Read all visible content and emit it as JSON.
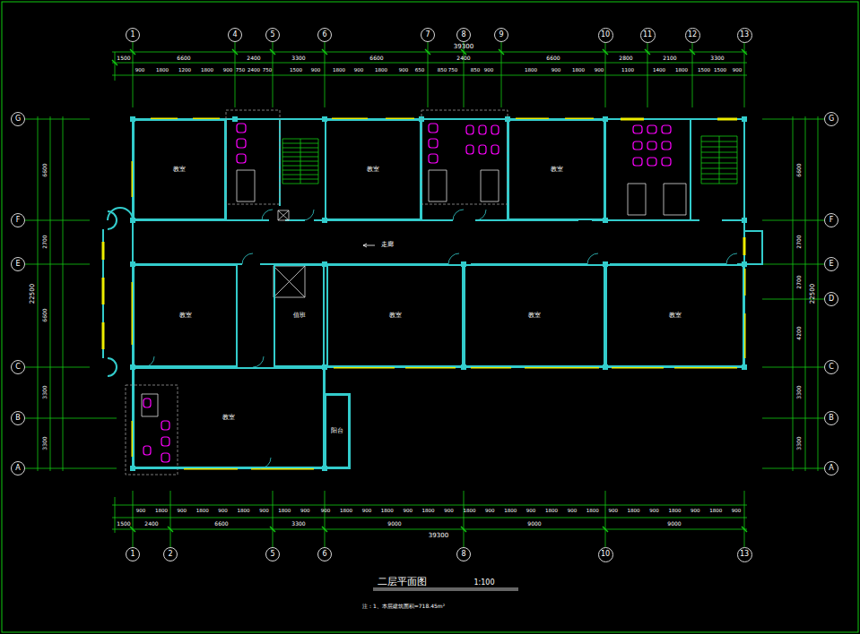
{
  "diagram": {
    "title": "二层平面图",
    "caption": "注：1、本层建筑面积=718.45m²",
    "nodes": [
      {
        "text": [
          "1"
        ]
      },
      {
        "text": [
          "4"
        ]
      },
      {
        "text": [
          "5"
        ]
      },
      {
        "text": [
          "6"
        ]
      },
      {
        "text": [
          "7"
        ]
      },
      {
        "text": [
          "8"
        ]
      },
      {
        "text": [
          "9"
        ]
      },
      {
        "text": [
          "10"
        ]
      },
      {
        "text": [
          "11"
        ]
      },
      {
        "text": [
          "12"
        ]
      },
      {
        "text": [
          "13"
        ]
      },
      {
        "text": [
          "G"
        ]
      },
      {
        "text": [
          "F"
        ]
      },
      {
        "text": [
          "E"
        ]
      },
      {
        "text": [
          "C"
        ]
      },
      {
        "text": [
          "B"
        ]
      },
      {
        "text": [
          "A"
        ]
      },
      {
        "text": [
          "G"
        ]
      },
      {
        "text": [
          "F"
        ]
      },
      {
        "text": [
          "E"
        ]
      },
      {
        "text": [
          "D"
        ]
      },
      {
        "text": [
          "C"
        ]
      },
      {
        "text": [
          "B"
        ]
      },
      {
        "text": [
          "A"
        ]
      },
      {
        "text": [
          "教室"
        ]
      },
      {
        "text": [
          "教室"
        ]
      },
      {
        "text": [
          "教室"
        ]
      },
      {
        "text": [
          "教室"
        ]
      },
      {
        "text": [
          "值班"
        ]
      },
      {
        "text": [
          "教室"
        ]
      },
      {
        "text": [
          "教室"
        ]
      },
      {
        "text": [
          "教室"
        ]
      },
      {
        "text": [
          "教室"
        ]
      },
      {
        "text": [
          "阳台"
        ]
      },
      {
        "text": [
          "1"
        ]
      },
      {
        "text": [
          "2"
        ]
      },
      {
        "text": [
          "5"
        ]
      },
      {
        "text": [
          "6"
        ]
      },
      {
        "text": [
          "8"
        ]
      },
      {
        "text": [
          "10"
        ]
      },
      {
        "text": [
          "13"
        ]
      }
    ],
    "labels": [
      "1:100",
      "走廊",
      "39300",
      "1500",
      "6600",
      "2400",
      "3300",
      "6600",
      "2400",
      "6600",
      "2800",
      "2100",
      "3300",
      "900",
      "1800",
      "1200",
      "1800",
      "900",
      "750",
      "2400",
      "750",
      "1500",
      "900",
      "1800",
      "900",
      "1800",
      "900",
      "650",
      "850",
      "750",
      "850",
      "900",
      "1800",
      "900",
      "1800",
      "900",
      "1100",
      "1400",
      "1800",
      "1500",
      "1500",
      "900",
      "900",
      "1800",
      "900",
      "1800",
      "900",
      "1800",
      "900",
      "1800",
      "900",
      "900",
      "1800",
      "900",
      "1800",
      "900",
      "1800",
      "900",
      "1800",
      "900",
      "1800",
      "900",
      "1800",
      "900",
      "1800",
      "900",
      "1800",
      "900",
      "1800",
      "900",
      "1800",
      "900",
      "1500",
      "2400",
      "6600",
      "3300",
      "9000",
      "9000",
      "9000",
      "39300",
      "22500",
      "6600",
      "2700",
      "6600",
      "3300",
      "3300",
      "6600",
      "2700",
      "2700",
      "4200",
      "3300",
      "3300",
      "22500"
    ]
  }
}
